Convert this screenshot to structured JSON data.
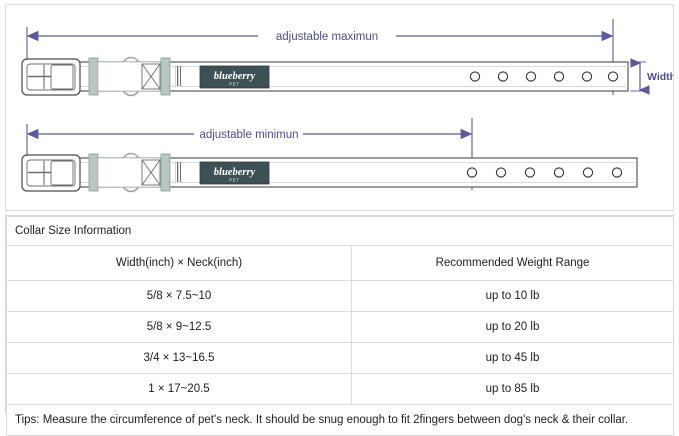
{
  "diagram": {
    "label_max": "adjustable maximun",
    "label_min": "adjustable minimun",
    "label_width": "Width",
    "brand_name": "blueberry",
    "brand_sub": "PET",
    "accent_color": "#5a5a9c",
    "brand_box_color": "#3d5055",
    "hardware_color": "#b9c5c3",
    "strap_outline": "#4a4a4a",
    "holes_max": 6,
    "holes_min": 6
  },
  "table": {
    "caption": "Collar Size Information",
    "columns": [
      "Width(inch)  ×  Neck(inch)",
      "Recommended Weight Range"
    ],
    "rows": [
      {
        "size": "5/8 × 7.5~10",
        "weight": "up to 10 lb"
      },
      {
        "size": "5/8 × 9~12.5",
        "weight": "up to 20 lb"
      },
      {
        "size": "3/4 × 13~16.5",
        "weight": "up to 45 lb"
      },
      {
        "size": "1 × 17~20.5",
        "weight": "up to 85 lb"
      }
    ],
    "tips": "Tips: Measure the circumference of pet's neck. It should be snug enough to fit 2fingers between dog's neck & their collar."
  }
}
